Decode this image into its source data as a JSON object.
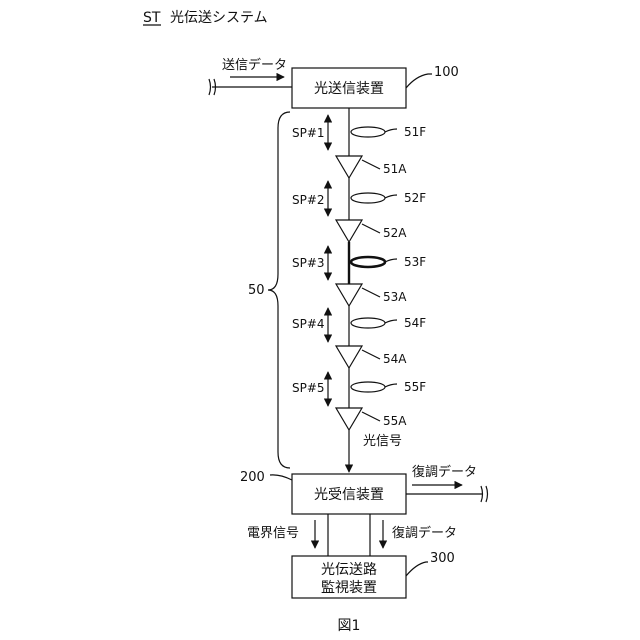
{
  "header": {
    "code": "ST",
    "title": "光伝送システム"
  },
  "figure_caption": "図1",
  "transmitter": {
    "label": "光送信装置",
    "ref": "100"
  },
  "transmit_data_label": "送信データ",
  "receiver": {
    "label": "光受信装置",
    "ref": "200"
  },
  "monitor": {
    "line1": "光伝送路",
    "line2": "監視装置",
    "ref": "300"
  },
  "line_group_ref": "50",
  "optical_signal_label": "光信号",
  "demod_data_out_label": "復調データ",
  "electric_field_signal_label": "電界信号",
  "demod_data_down_label": "復調データ",
  "spans": [
    {
      "span": "SP#1",
      "fiber": "51F",
      "amp": "51A",
      "highlight": false
    },
    {
      "span": "SP#2",
      "fiber": "52F",
      "amp": "52A",
      "highlight": false
    },
    {
      "span": "SP#3",
      "fiber": "53F",
      "amp": "53A",
      "highlight": true
    },
    {
      "span": "SP#4",
      "fiber": "54F",
      "amp": "54A",
      "highlight": false
    },
    {
      "span": "SP#5",
      "fiber": "55F",
      "amp": "55A",
      "highlight": false
    }
  ]
}
